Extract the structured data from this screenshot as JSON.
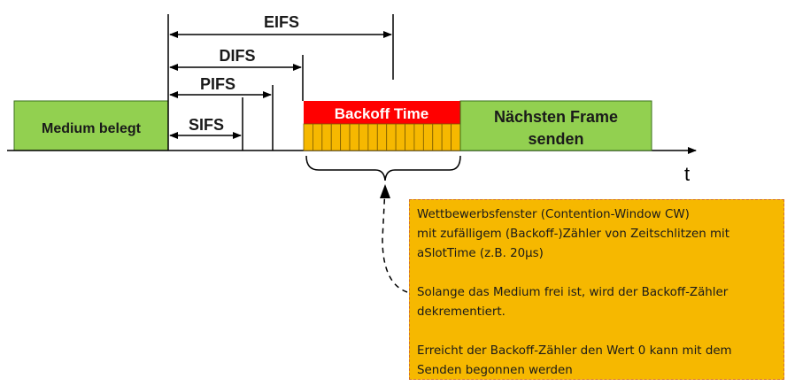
{
  "labels": {
    "medium_busy": "Medium belegt",
    "sifs": "SIFS",
    "pifs": "PIFS",
    "difs": "DIFS",
    "eifs": "EIFS",
    "backoff_time": "Backoff Time",
    "next_frame_line1": "Nächsten Frame",
    "next_frame_line2": "senden",
    "time_axis": "t"
  },
  "note": {
    "para1_line1": "Wettbewerbsfenster (Contention-Window CW)",
    "para1_line2": "mit zufälligem (Backoff-)Zähler von Zeitschlitzen mit",
    "para1_line3": "aSlotTime (z.B. 20µs)",
    "para2_line1": "Solange das Medium frei ist, wird der Backoff-Zähler",
    "para2_line2": "dekrementiert.",
    "para3_line1": "Erreicht der Backoff-Zähler den Wert 0 kann mit dem",
    "para3_line2": "Senden begonnen werden"
  },
  "colors": {
    "green": "#92d050",
    "red": "#ff0000",
    "orange": "#f6b800",
    "note_border": "#d4702a"
  },
  "backoff_slots": 17
}
